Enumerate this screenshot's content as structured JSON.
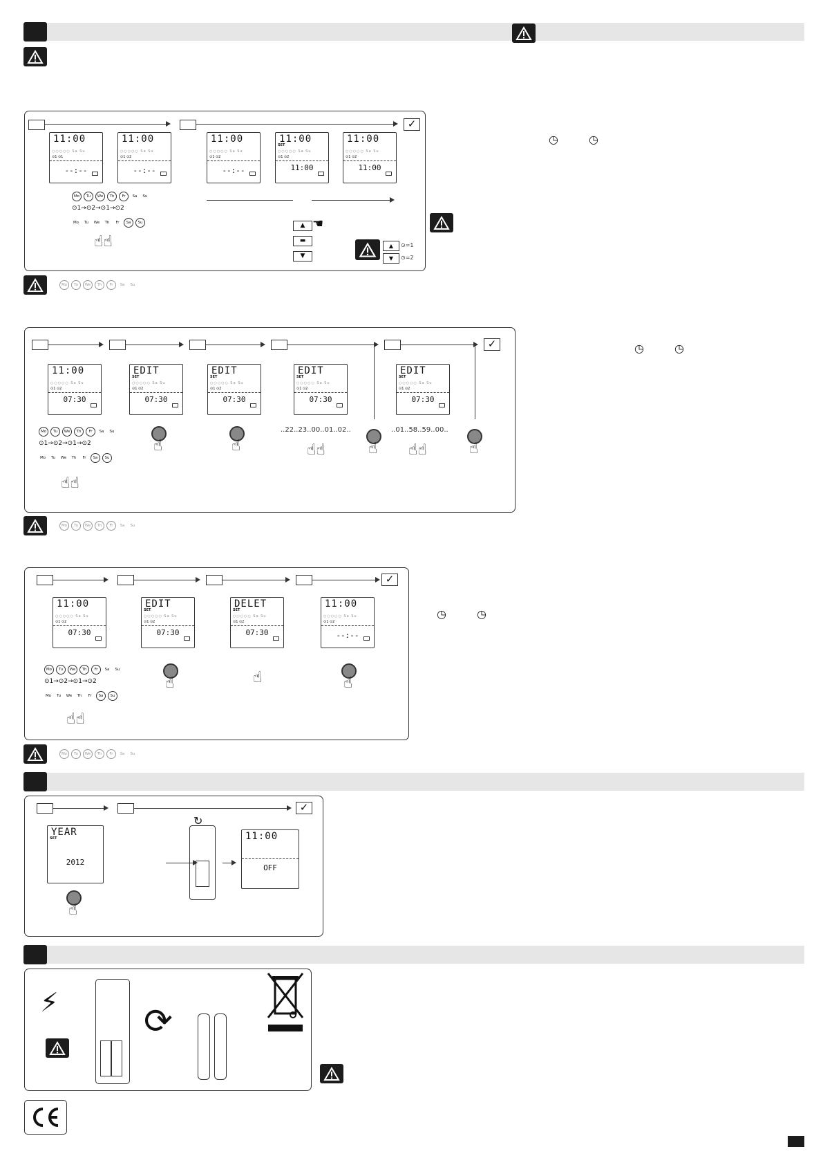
{
  "icons": {
    "warning": "warning-triangle-icon",
    "clock": "clock-icon",
    "hand": "pointing-hand-icon",
    "ce": "ce-mark-icon",
    "bin": "crossed-wheelie-bin-icon",
    "battery": "battery-icon"
  },
  "colors": {
    "dark": "#1c1c1c",
    "bar": "#e6e6e6",
    "button": "#888888"
  },
  "days": {
    "weekday_circled": [
      "Mo",
      "Tu",
      "We",
      "Th",
      "Fr"
    ],
    "weekend_plain": [
      "Sa",
      "Su"
    ],
    "row_plain": [
      "Mo",
      "Tu",
      "We",
      "Th",
      "Fr"
    ],
    "row_circled": [
      "Sa",
      "Su"
    ]
  },
  "sequence": {
    "one": "1",
    "two": "2"
  },
  "section1": {
    "lcd_time": "11:00",
    "lcd_blank": "--:--",
    "lcd_set": "SET",
    "lcd_edit_time": "11:00",
    "legend_up": "=1",
    "legend_down": "=2"
  },
  "section2": {
    "lcd_time": "11:00",
    "lcd_edit": "EDIT",
    "lcd_set": "SET",
    "lcd_value": "07:30",
    "hours_seq": "..22..23..00..01..02..",
    "minutes_seq": "..01..58..59..00.."
  },
  "section3": {
    "lcd_time": "11:00",
    "lcd_edit": "EDIT",
    "lcd_delete": "DELET",
    "lcd_set": "SET",
    "lcd_value": "07:30",
    "lcd_blank": "--:--"
  },
  "section4": {
    "lcd_year": "YEAR",
    "lcd_set": "SET",
    "lcd_year_value": "2012",
    "lcd_time": "11:00",
    "lcd_off": "OFF"
  }
}
